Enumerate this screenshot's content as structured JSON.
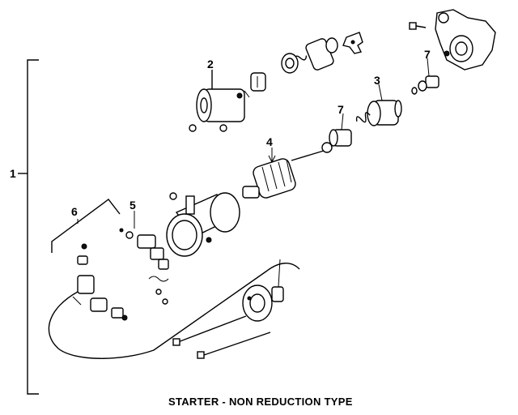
{
  "caption": "STARTER - NON REDUCTION TYPE",
  "callouts": {
    "c1": "1",
    "c2": "2",
    "c3": "3",
    "c4": "4",
    "c5": "5",
    "c6": "6",
    "c7a": "7",
    "c7b": "7"
  }
}
